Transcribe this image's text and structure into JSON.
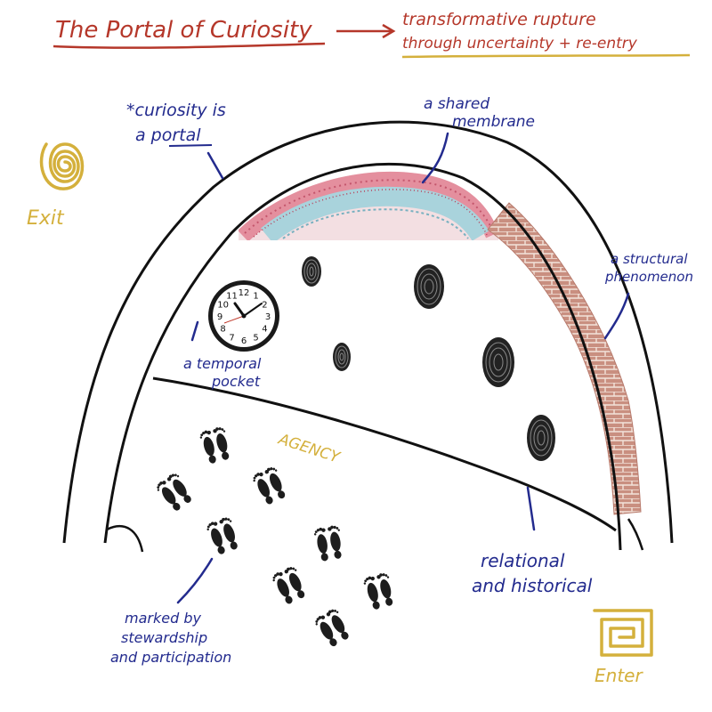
{
  "title": {
    "main": "The Portal of Curiosity",
    "subtitle_line1": "transformative rupture",
    "subtitle_line2": "through uncertainty + re-entry"
  },
  "labels": {
    "curiosity_line1": "*curiosity is",
    "curiosity_line2": "a portal",
    "membrane_line1": "a shared",
    "membrane_line2": "membrane",
    "structural_line1": "a structural",
    "structural_line2": "phenomenon",
    "temporal_line1": "a temporal",
    "temporal_line2": "pocket",
    "agency": "AGENCY",
    "relational_line1": "relational",
    "relational_line2": "and historical",
    "stewardship_line1": "marked by",
    "stewardship_line2": "stewardship",
    "stewardship_line3": "and participation",
    "exit": "Exit",
    "enter": "Enter"
  },
  "clock": {
    "numerals": [
      "12",
      "1",
      "2",
      "3",
      "4",
      "5",
      "6",
      "7",
      "8",
      "9",
      "10",
      "11"
    ]
  },
  "colors": {
    "title_red": "#b5372a",
    "note_blue": "#232b8e",
    "accent_gold": "#d4b03c",
    "ink": "#111111",
    "brick": "#c98f80",
    "membrane_pink": "#e79aa7",
    "membrane_blue": "#a9d3dc"
  },
  "icons": {
    "exit": "spiral-icon",
    "enter": "square-spiral-icon",
    "time": "clock-icon",
    "marks": "fingerprint-icon",
    "steps": "footprints-icon"
  }
}
